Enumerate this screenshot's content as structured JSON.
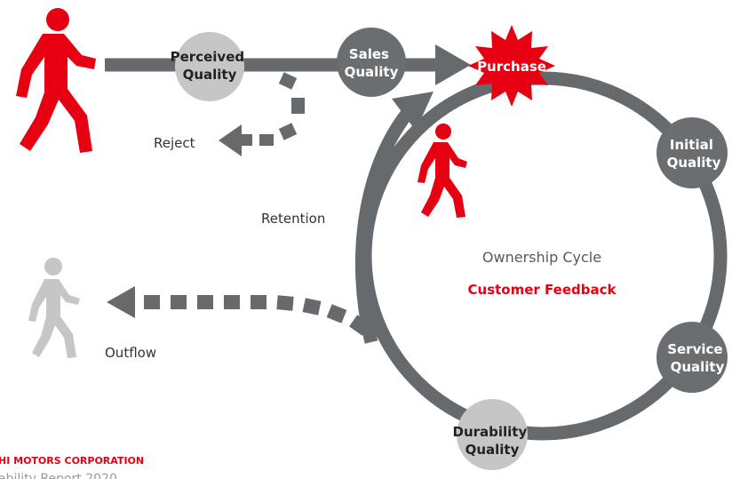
{
  "colors": {
    "accent_red": "#e60012",
    "dark_gray": "#6b6e70",
    "light_gray": "#c6c6c6",
    "arrow_gray": "#666a6d",
    "text_dark": "#333333",
    "text_gray": "#595959"
  },
  "icons": [
    "walking-person-icon-large",
    "walking-person-icon-small",
    "walking-person-icon-gray",
    "starburst-icon"
  ],
  "nodes": {
    "perceived": [
      "Perceived",
      "Quality"
    ],
    "sales": [
      "Sales",
      "Quality"
    ],
    "purchase": "Purchase",
    "initial": [
      "Initial",
      "Quality"
    ],
    "service": [
      "Service",
      "Quality"
    ],
    "durability": [
      "Durability",
      "Quality"
    ]
  },
  "labels": {
    "reject": "Reject",
    "retention": "Retention",
    "outflow": "Outflow",
    "ownership_cycle": "Ownership Cycle",
    "customer_feedback": "Customer Feedback"
  },
  "footer": {
    "company": "HI MOTORS CORPORATION",
    "report": "ability Report 2020"
  }
}
